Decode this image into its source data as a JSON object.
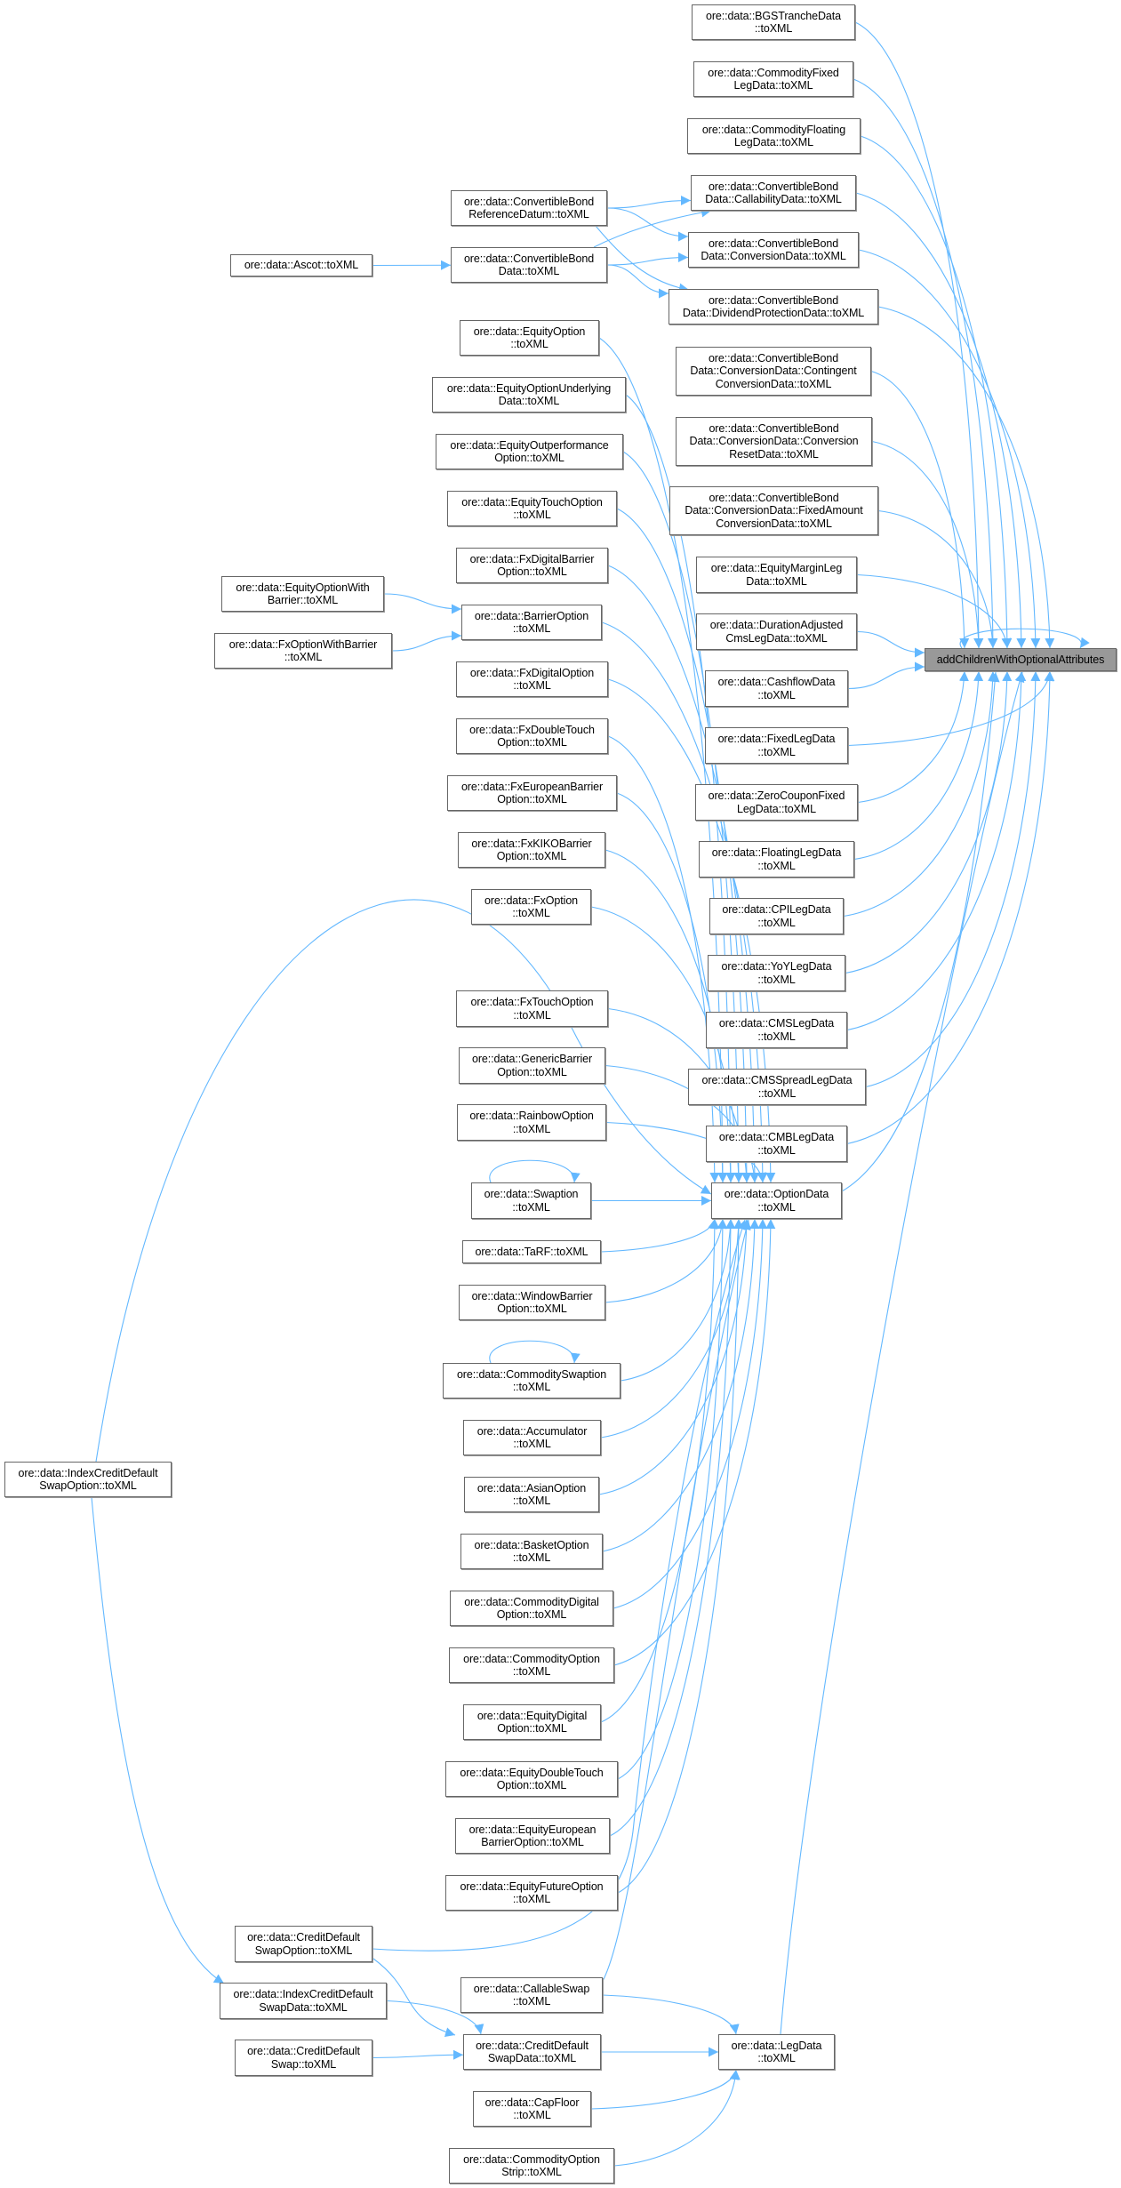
{
  "graph": {
    "title": "addChildrenWithOptionalAttributes caller graph",
    "edge_color": "#63b8ff",
    "node_border": "#666666",
    "focus_fill": "#999999"
  },
  "nodes": [
    {
      "id": "target",
      "lines": [
        "addChildrenWithOptionalAttributes"
      ],
      "focus": true
    },
    {
      "id": "bgs",
      "lines": [
        "ore::data::BGSTrancheData",
        "::toXML"
      ]
    },
    {
      "id": "cfix",
      "lines": [
        "ore::data::CommodityFixed",
        "LegData::toXML"
      ]
    },
    {
      "id": "cflt",
      "lines": [
        "ore::data::CommodityFloating",
        "LegData::toXML"
      ]
    },
    {
      "id": "cbcall",
      "lines": [
        "ore::data::ConvertibleBond",
        "Data::CallabilityData::toXML"
      ]
    },
    {
      "id": "cbconv",
      "lines": [
        "ore::data::ConvertibleBond",
        "Data::ConversionData::toXML"
      ]
    },
    {
      "id": "cbdiv",
      "lines": [
        "ore::data::ConvertibleBond",
        "Data::DividendProtectionData::toXML"
      ]
    },
    {
      "id": "cbcont",
      "lines": [
        "ore::data::ConvertibleBond",
        "Data::ConversionData::Contingent",
        "ConversionData::toXML"
      ]
    },
    {
      "id": "cbreset",
      "lines": [
        "ore::data::ConvertibleBond",
        "Data::ConversionData::Conversion",
        "ResetData::toXML"
      ]
    },
    {
      "id": "cbfixamt",
      "lines": [
        "ore::data::ConvertibleBond",
        "Data::ConversionData::FixedAmount",
        "ConversionData::toXML"
      ]
    },
    {
      "id": "eqmargin",
      "lines": [
        "ore::data::EquityMarginLeg",
        "Data::toXML"
      ]
    },
    {
      "id": "duradj",
      "lines": [
        "ore::data::DurationAdjusted",
        "CmsLegData::toXML"
      ]
    },
    {
      "id": "cashflow",
      "lines": [
        "ore::data::CashflowData",
        "::toXML"
      ]
    },
    {
      "id": "fixedleg",
      "lines": [
        "ore::data::FixedLegData",
        "::toXML"
      ]
    },
    {
      "id": "zcfixed",
      "lines": [
        "ore::data::ZeroCouponFixed",
        "LegData::toXML"
      ]
    },
    {
      "id": "floatleg",
      "lines": [
        "ore::data::FloatingLegData",
        "::toXML"
      ]
    },
    {
      "id": "cpileg",
      "lines": [
        "ore::data::CPILegData",
        "::toXML"
      ]
    },
    {
      "id": "yoyleg",
      "lines": [
        "ore::data::YoYLegData",
        "::toXML"
      ]
    },
    {
      "id": "cmsleg",
      "lines": [
        "ore::data::CMSLegData",
        "::toXML"
      ]
    },
    {
      "id": "cmsspread",
      "lines": [
        "ore::data::CMSSpreadLegData",
        "::toXML"
      ]
    },
    {
      "id": "cmbleg",
      "lines": [
        "ore::data::CMBLegData",
        "::toXML"
      ]
    },
    {
      "id": "optiondata",
      "lines": [
        "ore::data::OptionData",
        "::toXML"
      ]
    },
    {
      "id": "legdata",
      "lines": [
        "ore::data::LegData",
        "::toXML"
      ]
    },
    {
      "id": "cbref",
      "lines": [
        "ore::data::ConvertibleBond",
        "ReferenceDatum::toXML"
      ]
    },
    {
      "id": "cbdata",
      "lines": [
        "ore::data::ConvertibleBond",
        "Data::toXML"
      ]
    },
    {
      "id": "ascot",
      "lines": [
        "ore::data::Ascot::toXML"
      ]
    },
    {
      "id": "eqopt",
      "lines": [
        "ore::data::EquityOption",
        "::toXML"
      ]
    },
    {
      "id": "equnder",
      "lines": [
        "ore::data::EquityOptionUnderlying",
        "Data::toXML"
      ]
    },
    {
      "id": "eqoutperf",
      "lines": [
        "ore::data::EquityOutperformance",
        "Option::toXML"
      ]
    },
    {
      "id": "eqtouch",
      "lines": [
        "ore::data::EquityTouchOption",
        "::toXML"
      ]
    },
    {
      "id": "fxdigbar",
      "lines": [
        "ore::data::FxDigitalBarrier",
        "Option::toXML"
      ]
    },
    {
      "id": "barrier",
      "lines": [
        "ore::data::BarrierOption",
        "::toXML"
      ]
    },
    {
      "id": "eqoptwb",
      "lines": [
        "ore::data::EquityOptionWith",
        "Barrier::toXML"
      ]
    },
    {
      "id": "fxoptwb",
      "lines": [
        "ore::data::FxOptionWithBarrier",
        "::toXML"
      ]
    },
    {
      "id": "fxdig",
      "lines": [
        "ore::data::FxDigitalOption",
        "::toXML"
      ]
    },
    {
      "id": "fxdt",
      "lines": [
        "ore::data::FxDoubleTouch",
        "Option::toXML"
      ]
    },
    {
      "id": "fxeub",
      "lines": [
        "ore::data::FxEuropeanBarrier",
        "Option::toXML"
      ]
    },
    {
      "id": "fxkiko",
      "lines": [
        "ore::data::FxKIKOBarrier",
        "Option::toXML"
      ]
    },
    {
      "id": "fxopt",
      "lines": [
        "ore::data::FxOption",
        "::toXML"
      ]
    },
    {
      "id": "fxtouch",
      "lines": [
        "ore::data::FxTouchOption",
        "::toXML"
      ]
    },
    {
      "id": "genbar",
      "lines": [
        "ore::data::GenericBarrier",
        "Option::toXML"
      ]
    },
    {
      "id": "rainbow",
      "lines": [
        "ore::data::RainbowOption",
        "::toXML"
      ]
    },
    {
      "id": "swaption",
      "lines": [
        "ore::data::Swaption",
        "::toXML"
      ]
    },
    {
      "id": "tarf",
      "lines": [
        "ore::data::TaRF::toXML"
      ]
    },
    {
      "id": "window",
      "lines": [
        "ore::data::WindowBarrier",
        "Option::toXML"
      ]
    },
    {
      "id": "cswaption",
      "lines": [
        "ore::data::CommoditySwaption",
        "::toXML"
      ]
    },
    {
      "id": "accum",
      "lines": [
        "ore::data::Accumulator",
        "::toXML"
      ]
    },
    {
      "id": "asian",
      "lines": [
        "ore::data::AsianOption",
        "::toXML"
      ]
    },
    {
      "id": "basket",
      "lines": [
        "ore::data::BasketOption",
        "::toXML"
      ]
    },
    {
      "id": "cdigital",
      "lines": [
        "ore::data::CommodityDigital",
        "Option::toXML"
      ]
    },
    {
      "id": "coption",
      "lines": [
        "ore::data::CommodityOption",
        "::toXML"
      ]
    },
    {
      "id": "eqdigital",
      "lines": [
        "ore::data::EquityDigital",
        "Option::toXML"
      ]
    },
    {
      "id": "eqdt",
      "lines": [
        "ore::data::EquityDoubleTouch",
        "Option::toXML"
      ]
    },
    {
      "id": "eqeub",
      "lines": [
        "ore::data::EquityEuropean",
        "BarrierOption::toXML"
      ]
    },
    {
      "id": "eqfut",
      "lines": [
        "ore::data::EquityFutureOption",
        "::toXML"
      ]
    },
    {
      "id": "icdsopt",
      "lines": [
        "ore::data::IndexCreditDefault",
        "SwapOption::toXML"
      ]
    },
    {
      "id": "cdsopt",
      "lines": [
        "ore::data::CreditDefault",
        "SwapOption::toXML"
      ]
    },
    {
      "id": "icdsdata",
      "lines": [
        "ore::data::IndexCreditDefault",
        "SwapData::toXML"
      ]
    },
    {
      "id": "cds",
      "lines": [
        "ore::data::CreditDefault",
        "Swap::toXML"
      ]
    },
    {
      "id": "callable",
      "lines": [
        "ore::data::CallableSwap",
        "::toXML"
      ]
    },
    {
      "id": "cdsdata",
      "lines": [
        "ore::data::CreditDefault",
        "SwapData::toXML"
      ]
    },
    {
      "id": "capfloor",
      "lines": [
        "ore::data::CapFloor",
        "::toXML"
      ]
    },
    {
      "id": "costrip",
      "lines": [
        "ore::data::CommodityOption",
        "Strip::toXML"
      ]
    }
  ],
  "edges": [
    [
      "target",
      "target"
    ],
    [
      "bgs",
      "target"
    ],
    [
      "cfix",
      "target"
    ],
    [
      "cflt",
      "target"
    ],
    [
      "cbcall",
      "target"
    ],
    [
      "cbconv",
      "target"
    ],
    [
      "cbdiv",
      "target"
    ],
    [
      "cbcont",
      "target"
    ],
    [
      "cbreset",
      "target"
    ],
    [
      "cbfixamt",
      "target"
    ],
    [
      "eqmargin",
      "target"
    ],
    [
      "duradj",
      "target"
    ],
    [
      "cashflow",
      "target"
    ],
    [
      "fixedleg",
      "target"
    ],
    [
      "zcfixed",
      "target"
    ],
    [
      "floatleg",
      "target"
    ],
    [
      "cpileg",
      "target"
    ],
    [
      "yoyleg",
      "target"
    ],
    [
      "cmsleg",
      "target"
    ],
    [
      "cmsspread",
      "target"
    ],
    [
      "cmbleg",
      "target"
    ],
    [
      "optiondata",
      "target"
    ],
    [
      "legdata",
      "target"
    ],
    [
      "cbref",
      "cbcall"
    ],
    [
      "cbref",
      "cbconv"
    ],
    [
      "cbref",
      "cbdiv"
    ],
    [
      "cbdata",
      "cbcall"
    ],
    [
      "cbdata",
      "cbconv"
    ],
    [
      "cbdata",
      "cbdiv"
    ],
    [
      "ascot",
      "cbdata"
    ],
    [
      "eqoptwb",
      "barrier"
    ],
    [
      "fxoptwb",
      "barrier"
    ],
    [
      "eqopt",
      "optiondata"
    ],
    [
      "equnder",
      "optiondata"
    ],
    [
      "eqoutperf",
      "optiondata"
    ],
    [
      "eqtouch",
      "optiondata"
    ],
    [
      "fxdigbar",
      "optiondata"
    ],
    [
      "barrier",
      "optiondata"
    ],
    [
      "fxdig",
      "optiondata"
    ],
    [
      "fxdt",
      "optiondata"
    ],
    [
      "fxeub",
      "optiondata"
    ],
    [
      "fxkiko",
      "optiondata"
    ],
    [
      "fxopt",
      "optiondata"
    ],
    [
      "fxtouch",
      "optiondata"
    ],
    [
      "genbar",
      "optiondata"
    ],
    [
      "rainbow",
      "optiondata"
    ],
    [
      "swaption",
      "optiondata"
    ],
    [
      "swaption",
      "swaption"
    ],
    [
      "tarf",
      "optiondata"
    ],
    [
      "window",
      "optiondata"
    ],
    [
      "cswaption",
      "optiondata"
    ],
    [
      "cswaption",
      "cswaption"
    ],
    [
      "accum",
      "optiondata"
    ],
    [
      "asian",
      "optiondata"
    ],
    [
      "basket",
      "optiondata"
    ],
    [
      "cdigital",
      "optiondata"
    ],
    [
      "coption",
      "optiondata"
    ],
    [
      "eqdigital",
      "optiondata"
    ],
    [
      "eqdt",
      "optiondata"
    ],
    [
      "eqeub",
      "optiondata"
    ],
    [
      "eqfut",
      "optiondata"
    ],
    [
      "icdsopt",
      "optiondata"
    ],
    [
      "icdsopt",
      "icdsdata"
    ],
    [
      "cdsopt",
      "optiondata"
    ],
    [
      "cdsopt",
      "cdsdata"
    ],
    [
      "callable",
      "optiondata"
    ],
    [
      "callable",
      "legdata"
    ],
    [
      "icdsdata",
      "cdsdata"
    ],
    [
      "cds",
      "cdsdata"
    ],
    [
      "cdsdata",
      "legdata"
    ],
    [
      "capfloor",
      "legdata"
    ],
    [
      "costrip",
      "legdata"
    ]
  ]
}
